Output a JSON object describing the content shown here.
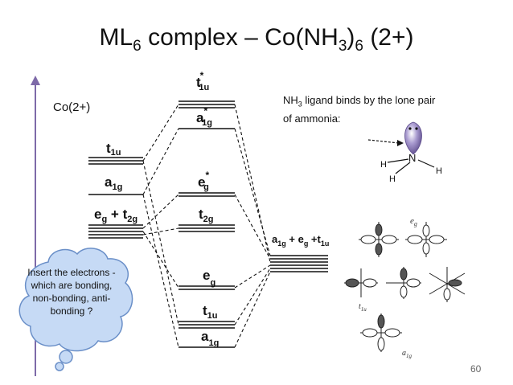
{
  "title": {
    "prefix": "ML",
    "prefix_sub": "6",
    "middle": " complex – Co(NH",
    "middle_sub": "3",
    "close": ")",
    "close_sub": "6",
    "charge": " (2+)"
  },
  "metal_label": "Co(2+)",
  "ligand_note": {
    "line1_prefix": "NH",
    "line1_sub": "3",
    "line1_rest": " ligand binds by the lone pair",
    "line2": "of ammonia:"
  },
  "metal_orbitals": {
    "t1u": {
      "main": "t",
      "sub": "1u"
    },
    "a1g": {
      "main": "a",
      "sub": "1g"
    },
    "eg_t2g": {
      "e": "e",
      "e_sub": "g",
      "plus": " + ",
      "t": "t",
      "t_sub": "2g"
    }
  },
  "mo_orbitals": {
    "t1u_star": {
      "main": "t",
      "sup": "*",
      "sub": "1u"
    },
    "a1g_star": {
      "main": "a",
      "sup": "*",
      "sub": "1g"
    },
    "eg_star": {
      "main": "e",
      "sup": "*",
      "sub": "g"
    },
    "t2g": {
      "main": "t",
      "sub": "2g"
    },
    "eg": {
      "main": "e",
      "sub": "g"
    },
    "t1u": {
      "main": "t",
      "sub": "1u"
    },
    "a1g": {
      "main": "a",
      "sub": "1g"
    }
  },
  "ligand_orbitals": {
    "a": "a",
    "a_sub": "1g",
    "p1": " + ",
    "e": "e",
    "e_sub": "g",
    "p2": " +",
    "t": "t",
    "t_sub": "1u"
  },
  "ammonia_atoms": {
    "n": "N",
    "h": "H"
  },
  "salc_labels": {
    "eg": "e",
    "eg_sub": "g",
    "t1u": "t",
    "t1u_sub": "1u",
    "a1g": "a",
    "a1g_sub": "1g"
  },
  "callout": "Insert the electrons - which are bonding, non-bonding, anti-bonding ?",
  "page_number": "60",
  "colors": {
    "axis": "#7e6aa8",
    "bubble_fill": "#c6daf5",
    "bubble_stroke": "#6a8fc8",
    "lobe": "#8a7bb8"
  }
}
